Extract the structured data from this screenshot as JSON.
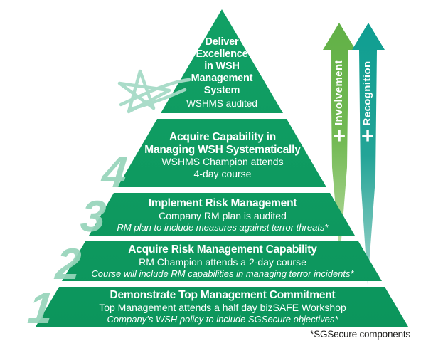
{
  "diagram": {
    "footnote": "*SGSecure components",
    "arrows": [
      {
        "name": "involvement",
        "plus": "+",
        "label": "Involvement",
        "color": "#66b34a"
      },
      {
        "name": "recognition",
        "plus": "+",
        "label": "Recognition",
        "color": "#0f9e91"
      }
    ],
    "pyramid": {
      "color": "#0f9b60",
      "number_color": "#97d4ba",
      "apex": {
        "heading_lines": [
          "Deliver",
          "Excellence",
          "in WSH",
          "Management",
          "System"
        ],
        "subtext": "WSHMS audited"
      },
      "levels": [
        {
          "number": "4",
          "heading_lines": [
            "Acquire Capability in",
            "Managing WSH Systematically"
          ],
          "sub_lines": [
            "WSHMS Champion attends",
            "4-day course"
          ]
        },
        {
          "number": "3",
          "heading_lines": [
            "Implement Risk Management"
          ],
          "sub_lines": [
            "Company RM plan is audited"
          ],
          "note": "RM plan to include measures against terror threats*"
        },
        {
          "number": "2",
          "heading_lines": [
            "Acquire Risk Management Capability"
          ],
          "sub_lines": [
            "RM Champion attends a 2-day course"
          ],
          "note": "Course will include RM capabilities in managing terror incidents*"
        },
        {
          "number": "1",
          "heading_lines": [
            "Demonstrate Top Management Commitment"
          ],
          "sub_lines": [
            "Top Management attends a half day bizSAFE Workshop"
          ],
          "note": "Company’s WSH policy to include SGSecure objectives*"
        }
      ]
    }
  }
}
